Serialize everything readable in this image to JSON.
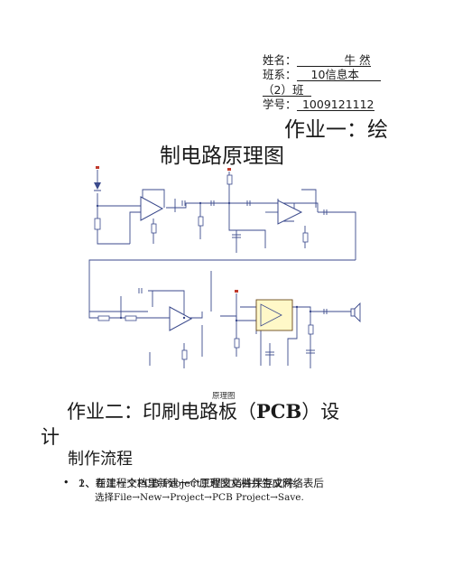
{
  "info": {
    "name_label": "姓名：",
    "name_value": "牛 然",
    "dept_label": "班系：",
    "dept_value": "10信息本",
    "class_value": "（2）班",
    "id_label": "学号：",
    "id_value": "1009121112"
  },
  "hw1": {
    "title_line1": "作业一：绘",
    "title_line2": "制电路原理图"
  },
  "figure": {
    "caption": "原理图"
  },
  "hw2": {
    "title_pre": "作业二：印刷电路板（",
    "title_bold": "PCB",
    "title_post": "）设",
    "title_line2": "计",
    "subtitle": "制作流程"
  },
  "steps": [
    {
      "bullet": "•",
      "text": "1、新建一个PCB Project工程文档并保存文件；"
    },
    {
      "bullet": "•",
      "text": "2、在工程文档里新建一个原理图文档并生成网络表后"
    }
  ],
  "substep": "选择File→New→Project→PCB Project→Save."
}
